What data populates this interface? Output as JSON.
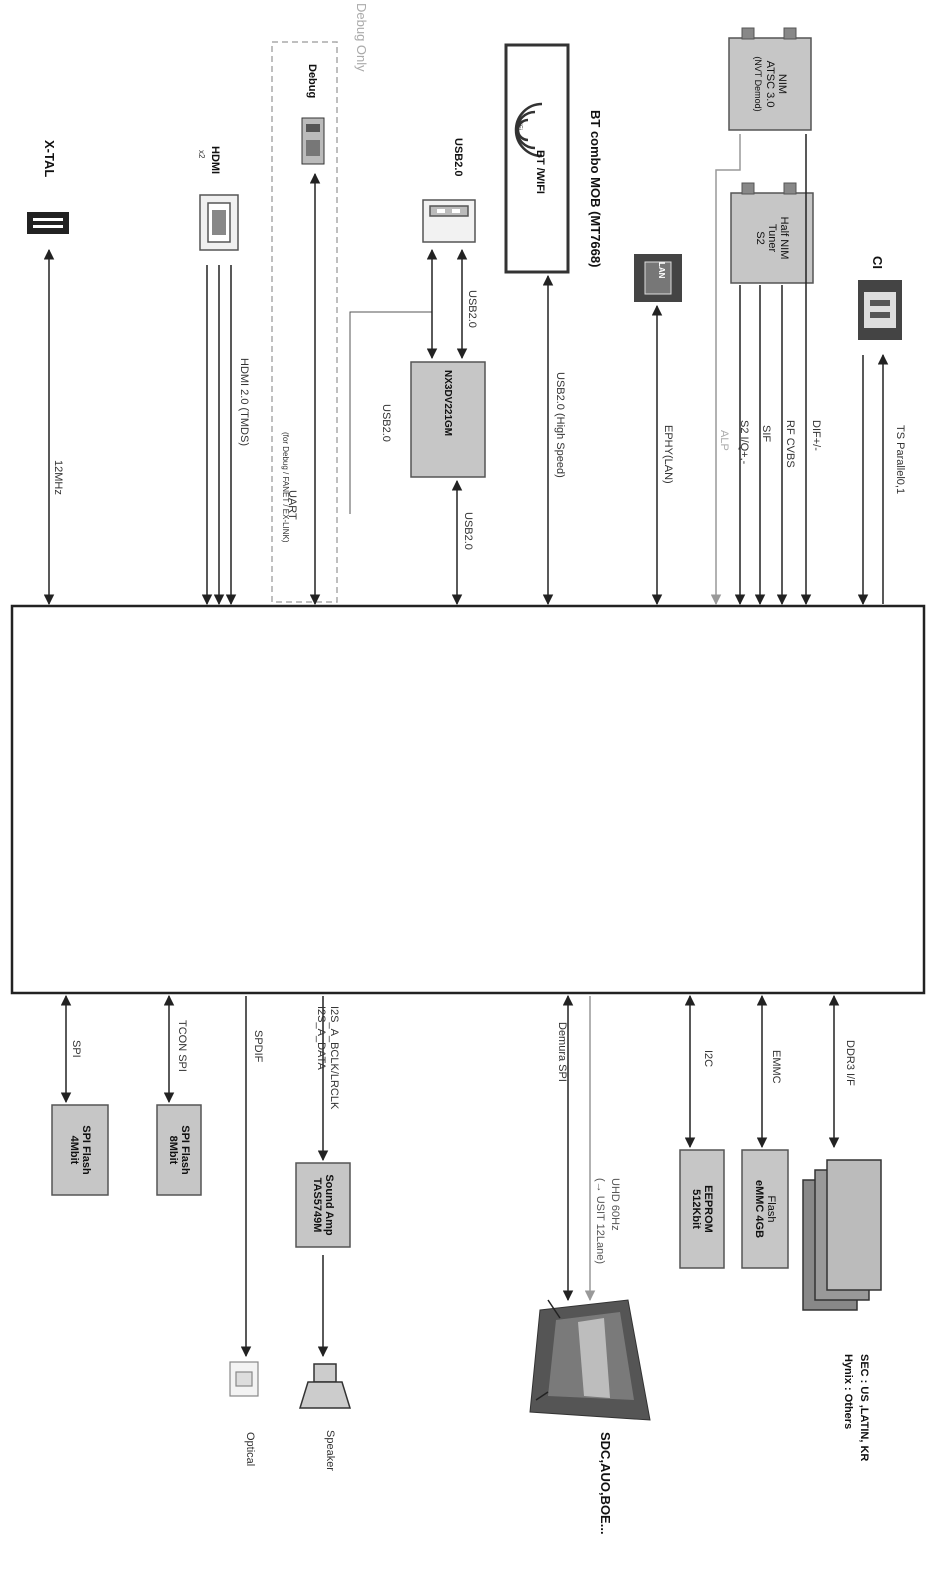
{
  "blocks": {
    "xtal": {
      "name": "X-TAL"
    },
    "hdmi": {
      "name": "HDMI",
      "count": "x2"
    },
    "debug": {
      "group": "Debug Only",
      "name": "Debug"
    },
    "usb": {
      "name": "USB2.0"
    },
    "hub": {
      "name": "NX3DV221GM"
    },
    "bt": {
      "name": "BT /WIFI",
      "wifi": "WiFi",
      "module": "BT combo MOB (MT7668)"
    },
    "lan": {
      "name": "LAN"
    },
    "nim": {
      "line1": "NIM",
      "line2": "ATSC 3.0",
      "line3": "(NVT Demod)"
    },
    "half_nim": {
      "line1": "Half NIM",
      "line2": "Tuner",
      "line3": "S2"
    },
    "ci": {
      "name": "CI"
    },
    "spi_flash_4": {
      "line1": "SPI Flash",
      "line2": "4Mbit"
    },
    "spi_flash_8": {
      "line1": "SPI Flash",
      "line2": "8Mbit"
    },
    "sound_amp": {
      "line1": "Sound Amp",
      "line2": "TAS5749M"
    },
    "eeprom": {
      "line1": "EEPROM",
      "line2": "512Kbit"
    },
    "emmc": {
      "line1": "Flash",
      "line2": "eMMC 4GB"
    },
    "optical": {
      "name": "Optical"
    },
    "speaker": {
      "name": "Speaker"
    },
    "panel": {
      "name": "SDC,AUO,BOE..."
    },
    "ddr": {
      "line1": "SEC : US ,LATIN, KR",
      "line2": "Hynix : Others"
    }
  },
  "signals": {
    "xtal": "12MHz",
    "hdmi": "HDMI 2.0 (TMDS)",
    "uart": "UART",
    "uart_note": "(for Debug / FANET / EX-LINK)",
    "usb_a": "USB2.0",
    "usb_b": "USB2.0",
    "usb_c": "USB2.0",
    "bt": "USB2.0 (High Speed)",
    "lan": "EPHY(LAN)",
    "alp": "ALP",
    "s2iq": "S2 I/Q+,-",
    "sif": "SIF",
    "rf_cvbs": "RF CVBS",
    "dif": "DIF+/-",
    "ts": "TS Parallel0,1",
    "spi": "SPI",
    "tcon_spi": "TCON SPI",
    "spdif": "SPDIF",
    "i2s_1": "I2S_A_BCLK/LRCLK",
    "i2s_2": "I2S_A_DATA",
    "demura": "Demura SPI",
    "uhd_1": "UHD 60Hz",
    "uhd_2": "(→ USIT 12Lane)",
    "i2c": "I2C",
    "emmc": "EMMC",
    "ddr": "DDR3 I/F"
  },
  "colors": {
    "block_fill": "#c6c6c6",
    "line": "#222222",
    "dashed": "#aaaaaa"
  }
}
